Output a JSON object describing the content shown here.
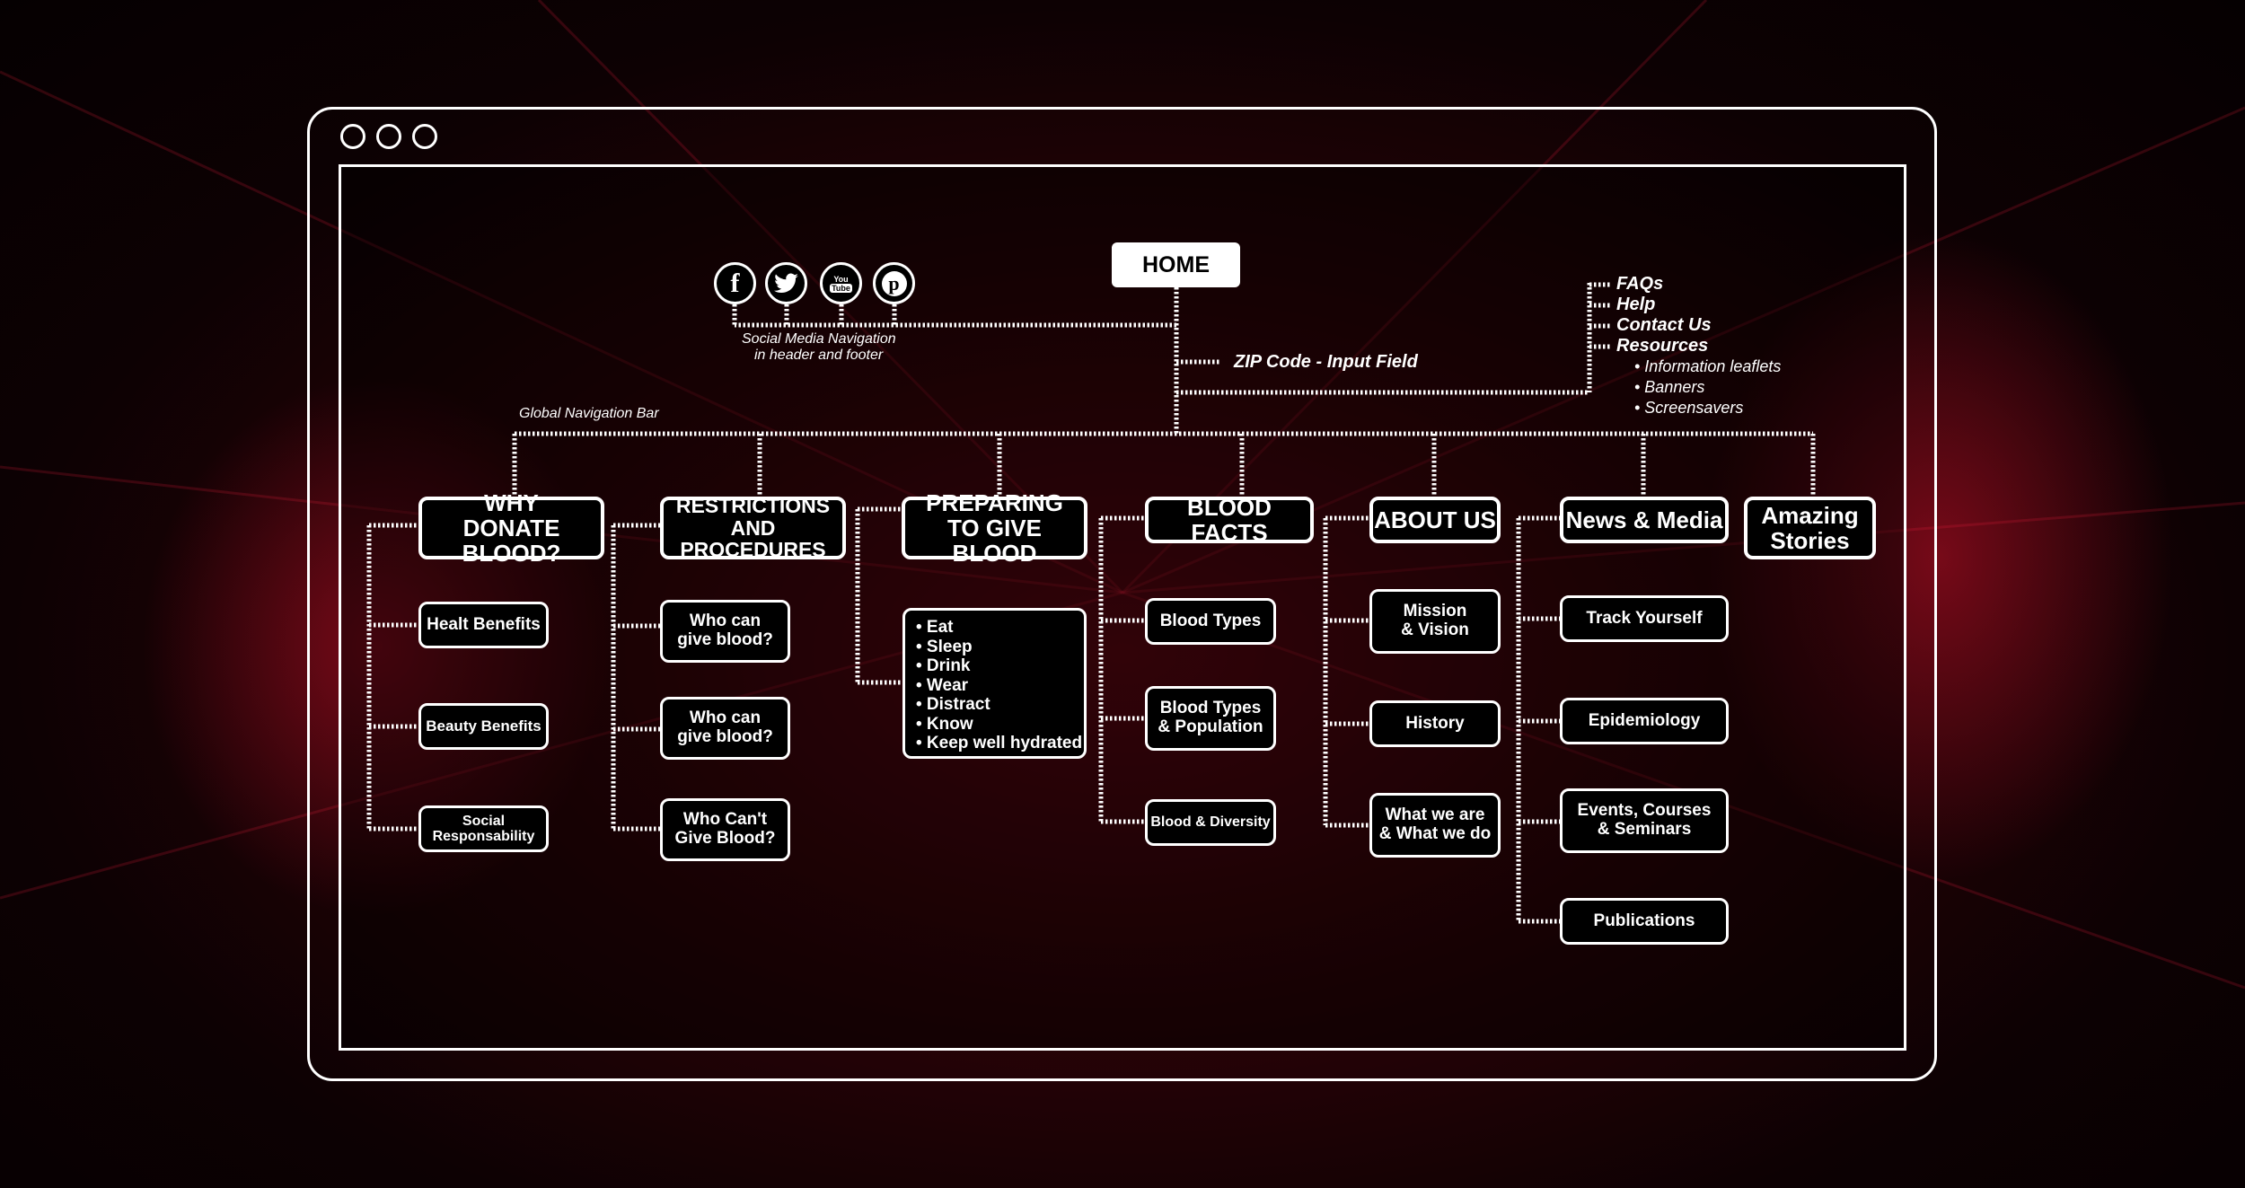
{
  "home": "HOME",
  "social": {
    "items": [
      "f",
      "t",
      "YouTube",
      "p"
    ],
    "caption_line1": "Social Media Navigation",
    "caption_line2": "in header and footer"
  },
  "zip_field": "ZIP Code - Input Field",
  "utility": {
    "faqs": "FAQs",
    "help": "Help",
    "contact": "Contact Us",
    "resources": "Resources",
    "resources_items": [
      "• Information leaflets",
      "• Banners",
      "• Screensavers"
    ]
  },
  "global_nav_label": "Global Navigation Bar",
  "sections": {
    "why": {
      "line1": "WHY",
      "line2": "DONATE BLOOD?",
      "items": [
        "Healt Benefits",
        "Beauty Benefits",
        "Social",
        "Responsability"
      ]
    },
    "restrictions": {
      "line1": "RESTRICTIONS",
      "line2": "AND PROCEDURES",
      "items": [
        "Who can",
        "give blood?",
        "Who can",
        "give blood?",
        "Who Can't",
        "Give Blood?"
      ]
    },
    "preparing": {
      "line1": "PREPARING",
      "line2": "TO GIVE BLOOD",
      "items": [
        "• Eat",
        "• Sleep",
        "• Drink",
        "• Wear",
        "• Distract",
        "• Know",
        "• Keep well hydrated"
      ]
    },
    "facts": {
      "label": "BLOOD FACTS",
      "items": [
        "Blood Types",
        "Blood Types",
        "& Population",
        "Blood & Diversity"
      ]
    },
    "about": {
      "label": "ABOUT US",
      "items": [
        "Mission",
        "& Vision",
        "History",
        "What we are",
        "& What we do"
      ]
    },
    "news": {
      "label": "News & Media",
      "items": [
        "Track Yourself",
        "Epidemiology",
        "Events, Courses",
        "& Seminars",
        "Publications"
      ]
    },
    "stories": {
      "line1": "Amazing",
      "line2": "Stories"
    }
  },
  "colors": {
    "accent": "#e01030",
    "background": "#0d0103",
    "line": "#ffffff"
  }
}
